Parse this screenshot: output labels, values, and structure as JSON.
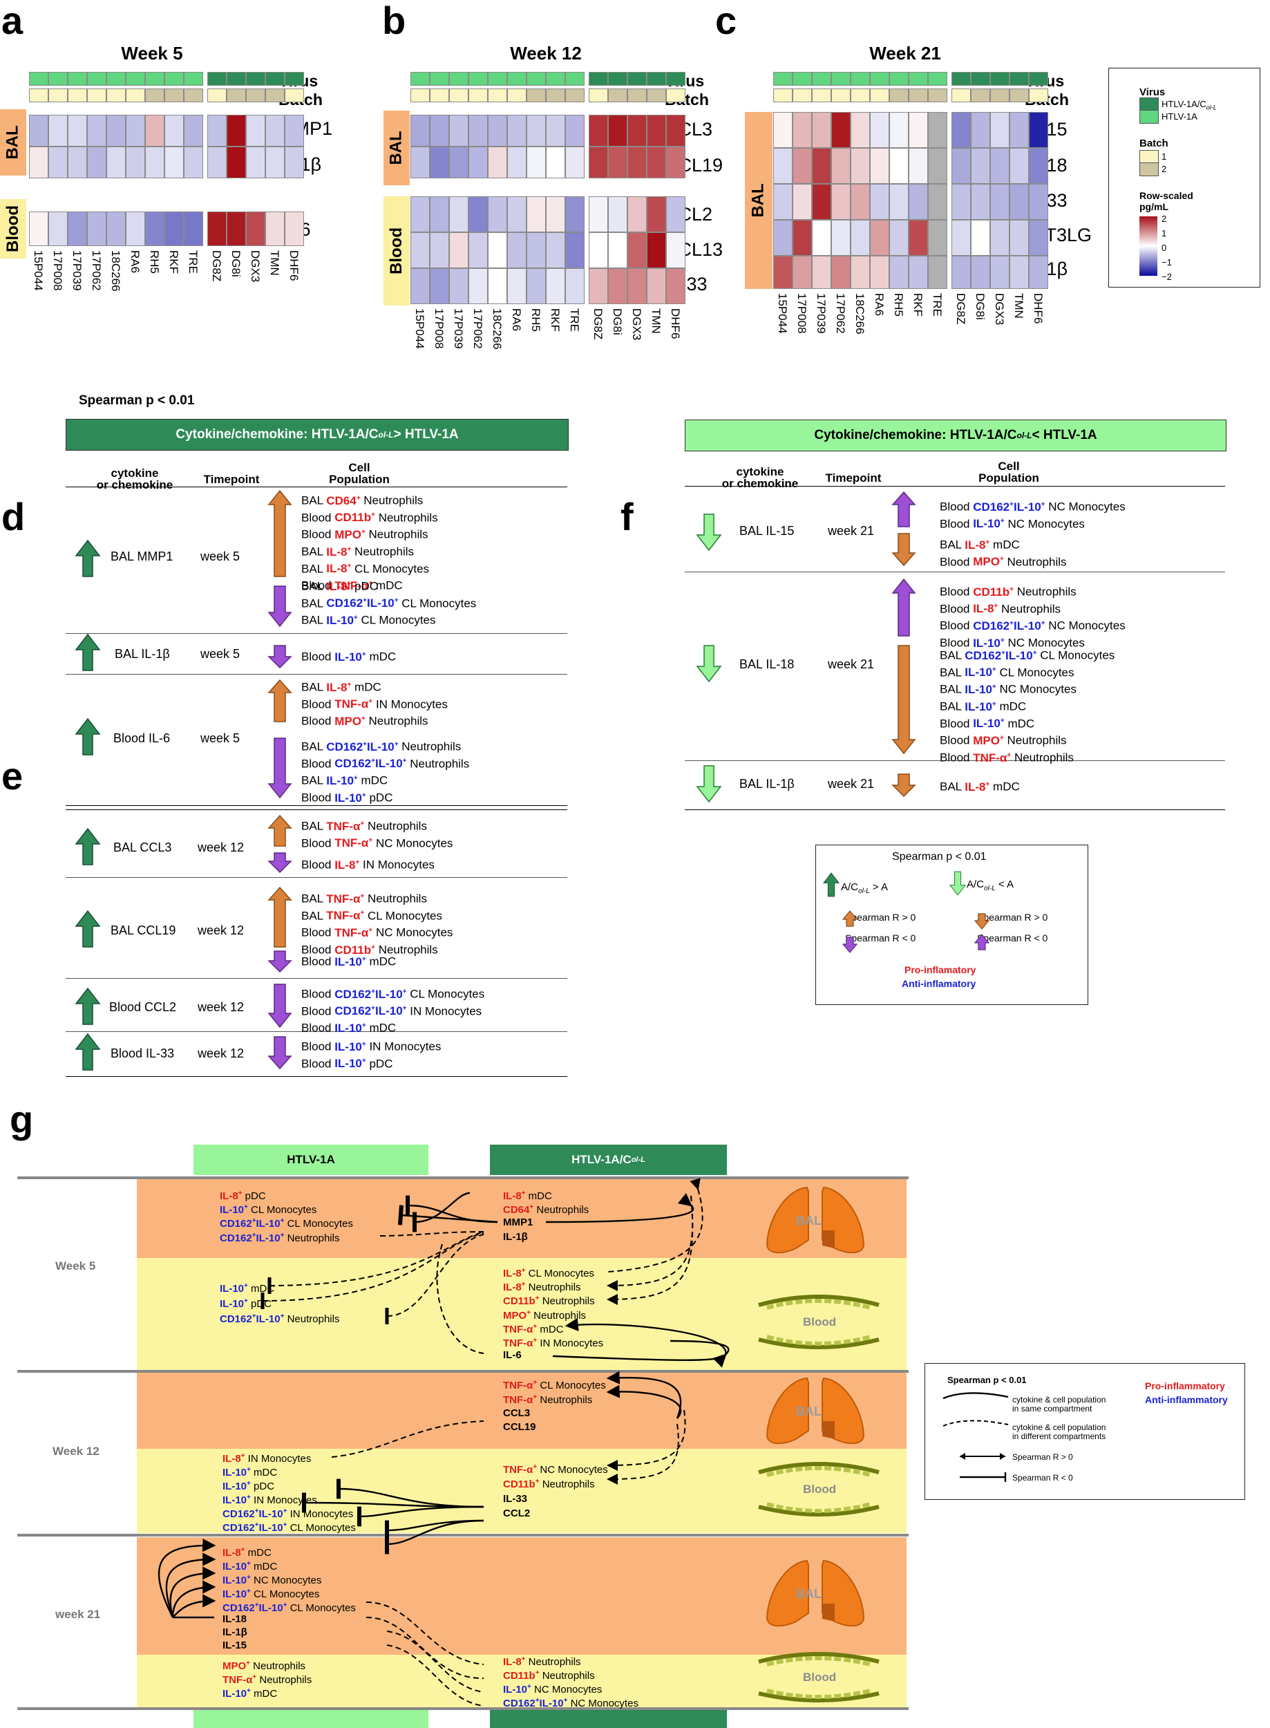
{
  "panel_letters": {
    "a": "a",
    "b": "b",
    "c": "c",
    "d": "d",
    "e": "e",
    "f": "f",
    "g": "g"
  },
  "heatmap_a": {
    "title": "Week 5",
    "anno": {
      "virus": "Virus",
      "batch": "Batch"
    },
    "tags": {
      "bal": "BAL",
      "blood": "Blood"
    },
    "columns": [
      "15P044",
      "17P008",
      "17P039",
      "17P062",
      "18C266",
      "RA6",
      "RH5",
      "RKF",
      "TRE",
      "DG8Z",
      "DG8i",
      "DGX3",
      "TMN",
      "DHF6"
    ],
    "rows": [
      "MMP1",
      "IL-1β",
      "IL-6"
    ]
  },
  "heatmap_b": {
    "title": "Week 12",
    "anno": {
      "virus": "Virus",
      "batch": "Batch"
    },
    "tags": {
      "bal": "BAL",
      "blood": "Blood"
    },
    "columns": [
      "15P044",
      "17P008",
      "17P039",
      "17P062",
      "18C266",
      "RA6",
      "RH5",
      "RKF",
      "TRE",
      "DG8Z",
      "DG8i",
      "DGX3",
      "TMN",
      "DHF6"
    ],
    "rows": [
      "CCL3",
      "CCL19",
      "CCL2",
      "CCL13",
      "IL-33"
    ]
  },
  "heatmap_c": {
    "title": "Week 21",
    "anno": {
      "virus": "Virus",
      "batch": "Batch"
    },
    "tags": {
      "bal": "BAL"
    },
    "columns": [
      "15P044",
      "17P008",
      "17P039",
      "17P062",
      "18C266",
      "RA6",
      "RH5",
      "RKF",
      "TRE",
      "DG8Z",
      "DG8i",
      "DGX3",
      "TMN",
      "DHF6"
    ],
    "rows": [
      "IL-15",
      "IL-18",
      "IL-33",
      "FLT3LG",
      "IL-1β"
    ]
  },
  "heat_legend": {
    "virus_title": "Virus",
    "virus_1": "HTLV-1A/C",
    "virus_1_sub": "ol-L",
    "virus_2": "HTLV-1A",
    "batch_title": "Batch",
    "batch_1": "1",
    "batch_2": "2",
    "scale_title_1": "Row-scaled",
    "scale_title_2": "pg/mL",
    "ticks": [
      "2",
      "1",
      "0",
      "−1",
      "−2"
    ],
    "colors": {
      "virus_1": "#2e8b57",
      "virus_2": "#5fd67f",
      "batch_1": "#fbf4c3",
      "batch_2": "#cfc5a2",
      "high": "#a50f15",
      "mid": "#ffffff",
      "low": "#0a0a9c"
    }
  },
  "spearman_header": "Spearman p < 0.01",
  "table_left": {
    "header_pre": "Cytokine/chemokine: HTLV-1A/C",
    "header_sub": "ol-L",
    "header_post": "> HTLV-1A",
    "col1a": "cytokine",
    "col1b": "or chemokine",
    "col2": "Timepoint",
    "col3a": "Cell",
    "col3b": "Population",
    "rows": [
      {
        "cyto": "BAL MMP1",
        "tp": "week 5"
      },
      {
        "cyto": "BAL IL-1β",
        "tp": "week 5"
      },
      {
        "cyto": "Blood IL-6",
        "tp": "week 5"
      },
      {
        "cyto": "BAL CCL3",
        "tp": "week 12"
      },
      {
        "cyto": "BAL CCL19",
        "tp": "week 12"
      },
      {
        "cyto": "Blood CCL2",
        "tp": "week 12"
      },
      {
        "cyto": "Blood IL-33",
        "tp": "week 12"
      }
    ]
  },
  "table_right": {
    "header_pre": "Cytokine/chemokine: HTLV-1A/C",
    "header_sub": "ol-L",
    "header_post": "< HTLV-1A",
    "col1a": "cytokine",
    "col1b": "or chemokine",
    "col2": "Timepoint",
    "col3a": "Cell",
    "col3b": "Population",
    "rows": [
      {
        "cyto": "BAL IL-15",
        "tp": "week 21"
      },
      {
        "cyto": "BAL IL-18",
        "tp": "week 21"
      },
      {
        "cyto": "BAL IL-1β",
        "tp": "week 21"
      }
    ]
  },
  "arrow_legend": {
    "title": "Spearman p < 0.01",
    "up_label": "A/C",
    "up_sub": "ol-L",
    "up_post": " > A",
    "down_label": "A/C",
    "down_sub": "ol-L",
    "down_post": " < A",
    "r_pos": "Spearman R > 0",
    "r_neg": "Spearman R < 0",
    "pro": "Pro-inflamatory",
    "anti": "Anti-inflamatory"
  },
  "panel_g": {
    "htlv1a": "HTLV-1A",
    "htlv1ac": "HTLV-1A/C",
    "htlv1ac_sub": "ol-L",
    "weeks": [
      "Week 5",
      "Week 12",
      "week 21"
    ],
    "bal": "BAL",
    "blood": "Blood",
    "legend": {
      "title": "Spearman p < 0.01",
      "solid": "cytokine & cell population",
      "solid2": "in same compartment",
      "dashed": "cytokine & cell population",
      "dashed2": "in different compartments",
      "rpos": "Spearman R > 0",
      "rneg": "Spearman R < 0",
      "pro": "Pro-inflammatory",
      "anti": "Anti-inflammatory"
    }
  }
}
